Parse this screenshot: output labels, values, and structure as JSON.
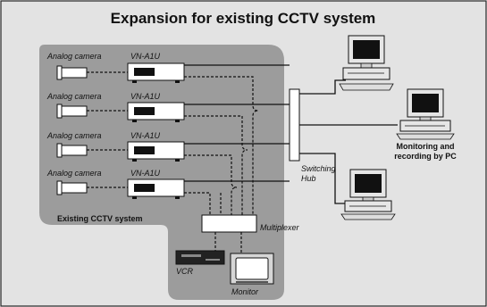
{
  "title": "Expansion for existing CCTV system",
  "labels": {
    "analog_camera": "Analog camera",
    "encoder": "VN-A1U",
    "switching_hub_line1": "Switching",
    "switching_hub_line2": "Hub",
    "pc_caption_line1": "Monitoring and",
    "pc_caption_line2": "recording by PC",
    "existing_system": "Existing CCTV system",
    "multiplexer": "Multiplexer",
    "vcr": "VCR",
    "monitor": "Monitor"
  },
  "colors": {
    "background": "#e3e3e3",
    "region": "#9c9c9c",
    "border": "#222222"
  },
  "icons": [
    "analog-camera-icon",
    "encoder-icon",
    "switching-hub-icon",
    "pc-icon",
    "multiplexer-icon",
    "vcr-icon",
    "monitor-icon"
  ]
}
